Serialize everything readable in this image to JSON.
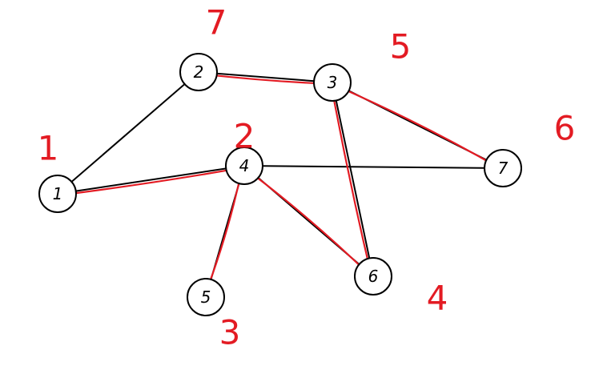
{
  "graph": {
    "nodes": [
      {
        "id": "1",
        "label": "1"
      },
      {
        "id": "2",
        "label": "2"
      },
      {
        "id": "3",
        "label": "3"
      },
      {
        "id": "4",
        "label": "4"
      },
      {
        "id": "5",
        "label": "5"
      },
      {
        "id": "6",
        "label": "6"
      },
      {
        "id": "7",
        "label": "7"
      }
    ],
    "edges": [
      {
        "from": "1",
        "to": "2"
      },
      {
        "from": "2",
        "to": "3"
      },
      {
        "from": "1",
        "to": "4"
      },
      {
        "from": "3",
        "to": "7"
      },
      {
        "from": "3",
        "to": "6"
      },
      {
        "from": "4",
        "to": "7"
      },
      {
        "from": "4",
        "to": "6"
      },
      {
        "from": "4",
        "to": "5"
      }
    ],
    "highlighted_edges": [
      {
        "from": "2",
        "to": "3"
      },
      {
        "from": "3",
        "to": "7"
      },
      {
        "from": "3",
        "to": "6"
      },
      {
        "from": "4",
        "to": "6"
      },
      {
        "from": "1",
        "to": "4"
      },
      {
        "from": "4",
        "to": "5"
      }
    ],
    "order_labels": [
      {
        "node": "1",
        "text": "1"
      },
      {
        "node": "2",
        "text": "7"
      },
      {
        "node": "3",
        "text": "5"
      },
      {
        "node": "4",
        "text": "2"
      },
      {
        "node": "5",
        "text": "3"
      },
      {
        "node": "6",
        "text": "4"
      },
      {
        "node": "7",
        "text": "6"
      }
    ],
    "colors": {
      "node_stroke": "#000000",
      "edge": "#000000",
      "highlight": "#e31b23"
    }
  }
}
